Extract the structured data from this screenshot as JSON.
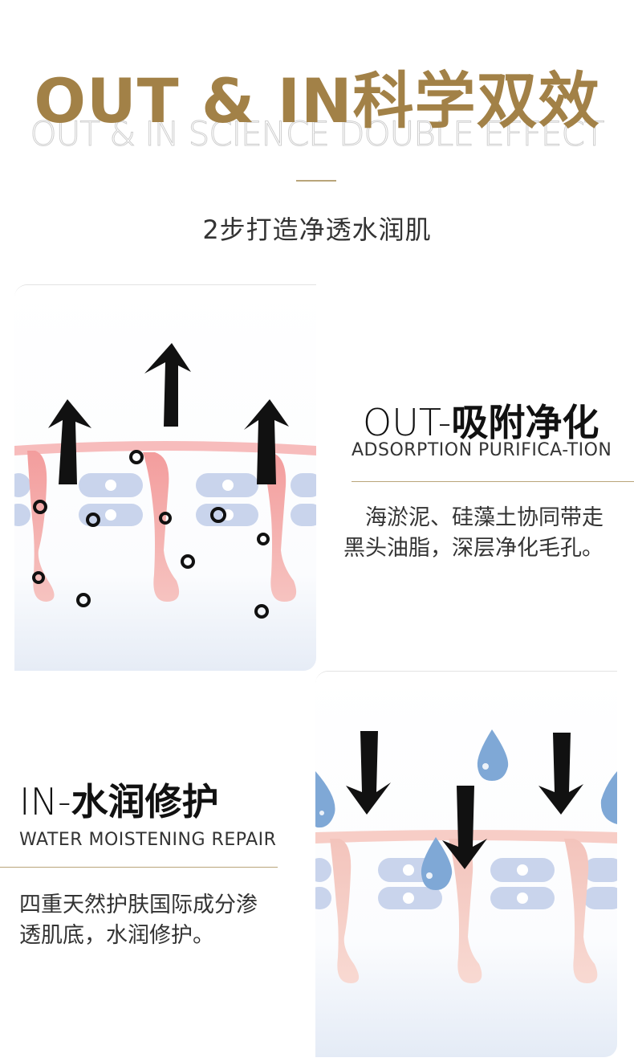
{
  "header": {
    "title": "OUT & IN科学双效",
    "title_bg": "OUT & IN SCIENCE DOUBLE EFFECT",
    "subtitle": "2步打造净透水润肌"
  },
  "out_section": {
    "title_prefix": "OUT-",
    "title_main": "吸附净化",
    "subtitle": "ADSORPTION PURIFICA-TION",
    "desc_line1": "海淤泥、硅藻土协同带走",
    "desc_line2": "黑头油脂，深层净化毛孔。"
  },
  "in_section": {
    "title_prefix": "IN-",
    "title_main": "水润修护",
    "subtitle": "WATER MOISTENING REPAIR",
    "desc_line1": "四重天然护肤国际成分渗",
    "desc_line2": "透肌底，水润修护。"
  },
  "colors": {
    "gold": "#a28147",
    "rule": "#b9a57a",
    "skin_pink": "#f3a4a4",
    "cell_blue": "#c9d4ec",
    "drop_blue": "#7fa8d6"
  },
  "icons": [
    "arrow-up-icon",
    "arrow-down-icon",
    "dirt-particle-icon",
    "water-drop-icon"
  ]
}
